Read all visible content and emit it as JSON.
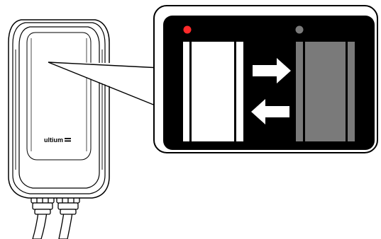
{
  "device": {
    "brand_label": "ultium",
    "body_color": "#ffffff",
    "outline_color": "#000000"
  },
  "callout": {
    "screen_color": "#000000",
    "frame_color": "#ffffff",
    "left_indicator": {
      "color": "#ff2a2a",
      "icon": "red-status-dot"
    },
    "right_indicator": {
      "color": "#7a7a7a",
      "icon": "gray-status-dot"
    },
    "left_panel": {
      "color": "#ffffff",
      "stripe_color": "#000000"
    },
    "right_panel": {
      "color": "#7a7a7a",
      "stripe_color": "#000000"
    },
    "arrows": [
      {
        "direction": "right",
        "icon": "arrow-right-icon",
        "color": "#ffffff"
      },
      {
        "direction": "left",
        "icon": "arrow-left-icon",
        "color": "#ffffff"
      }
    ]
  }
}
